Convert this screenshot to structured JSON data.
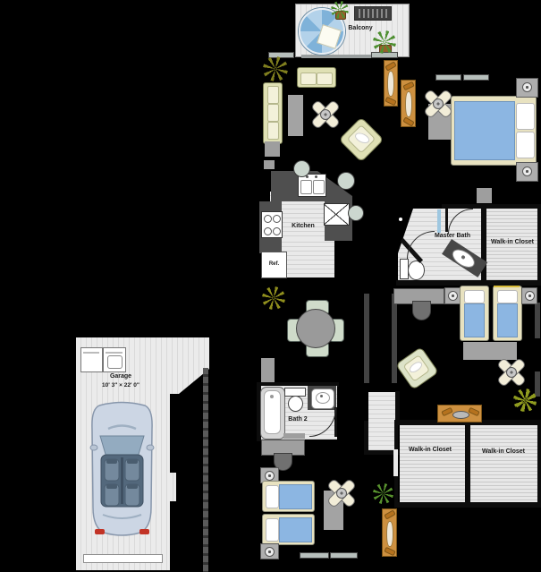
{
  "plan": {
    "balcony_label": "Balcony",
    "kitchen_label": "Kitchen",
    "ref_label": "Ref.",
    "master_bath_label": "Master Bath",
    "master_closet_label": "Walk-in Closet",
    "bath2_label": "Bath 2",
    "garage_label": "Garage",
    "garage_dimensions": "10' 3\" × 22' 0\"",
    "closet_bottom_left_label": "Walk-in Closet",
    "closet_bottom_right_label": "Walk-in Closet"
  },
  "colors": {
    "background": "#000000",
    "floor_light": "#e9e9e9",
    "floor_stripe": "#d2d2d2",
    "counter_dark": "#4f4f4f",
    "bed_blue": "#8cb6e2",
    "sofa_beige": "#dfe0b4",
    "wood_brown": "#cd9040",
    "fan_cream": "#f2edd8",
    "rug_gray": "#a3a3a3",
    "plant_olive": "#7f7e1e",
    "plant_green": "#4e8f31",
    "car_body": "#ccd6e4",
    "taillight_red": "#c23326"
  }
}
